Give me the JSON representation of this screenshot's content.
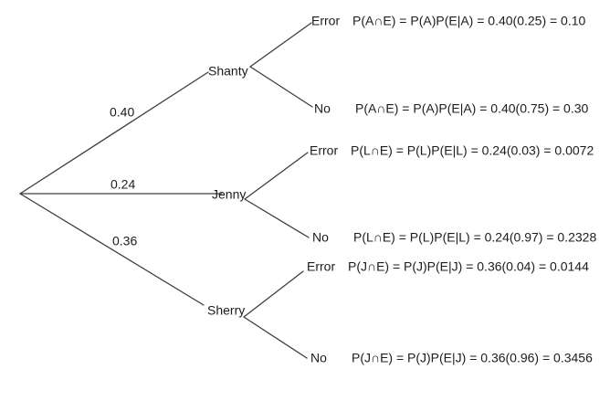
{
  "diagram": {
    "type": "probability-tree",
    "root_branches": [
      {
        "probability": "0.40",
        "node": "Shanty"
      },
      {
        "probability": "0.24",
        "node": "Jenny"
      },
      {
        "probability": "0.36",
        "node": "Sherry"
      }
    ],
    "leaves": [
      {
        "outcome": "Error",
        "formula": "P(A∩E) = P(A)P(E|A) = 0.40(0.25) = 0.10"
      },
      {
        "outcome": "No",
        "formula": "P(A∩E) = P(A)P(E|A) = 0.40(0.75) = 0.30"
      },
      {
        "outcome": "Error",
        "formula": "P(L∩E) = P(L)P(E|L) = 0.24(0.03) = 0.0072"
      },
      {
        "outcome": "No",
        "formula": "P(L∩E) = P(L)P(E|L) = 0.24(0.97) = 0.2328"
      },
      {
        "outcome": "Error",
        "formula": "P(J∩E) = P(J)P(E|J) = 0.36(0.04) = 0.0144"
      },
      {
        "outcome": "No",
        "formula": "P(J∩E) = P(J)P(E|J) = 0.36(0.96) = 0.3456"
      }
    ]
  },
  "colors": {
    "line": "#3d3d3d",
    "text": "#1c1c1c",
    "background": "#ffffff"
  }
}
